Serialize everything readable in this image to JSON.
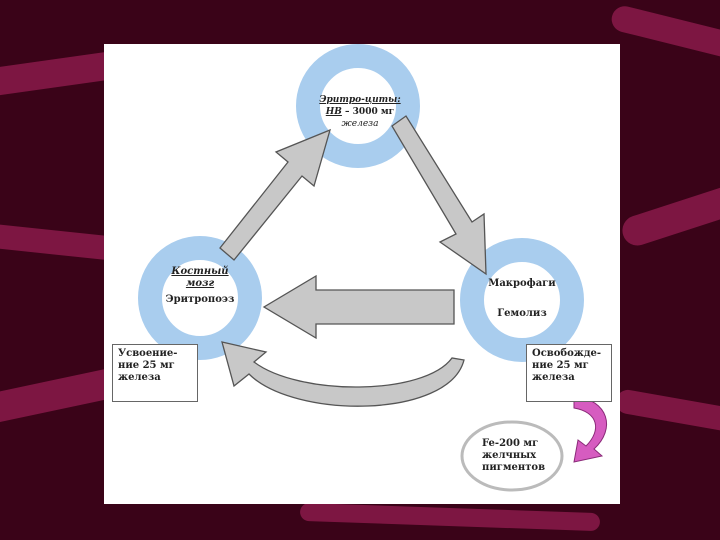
{
  "nodes": {
    "erythrocytes": {
      "title": "Эритро-циты:",
      "hb": "НВ",
      "amount": " – 3000 мг",
      "iron": "железа"
    },
    "bone_marrow": {
      "title": "Костный",
      "title2": "мозг",
      "process": "Эритропоэз"
    },
    "macrophages": {
      "title": "Макрофаги",
      "process": "Гемолиз"
    }
  },
  "boxes": {
    "absorption": [
      "Усвоение-",
      "ние 25 мг",
      "железа"
    ],
    "release": [
      "Освобожде-",
      "ние 25 мг",
      "железа"
    ],
    "bile": [
      "Fe-200 мг",
      "желчных",
      "пигментов"
    ]
  },
  "colors": {
    "background": "#3a0318",
    "stripe": "#8a1a4a",
    "ring": "#a9cdee",
    "arrow_fill": "#c8c8c8",
    "arrow_stroke": "#555555",
    "pink_arrow": "#d65cc0"
  }
}
